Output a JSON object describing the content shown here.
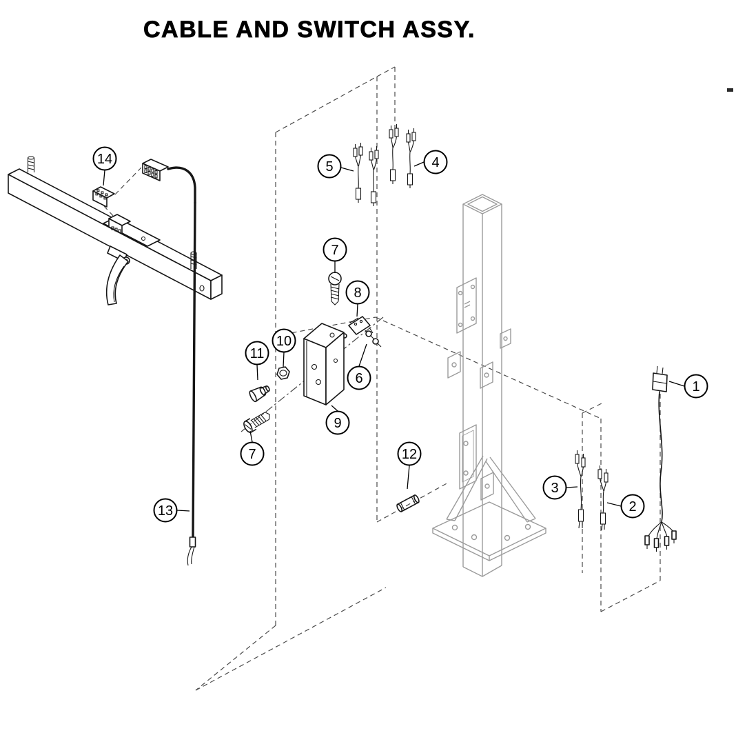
{
  "title": "CABLE AND SWITCH ASSY.",
  "callouts": [
    {
      "label": "1"
    },
    {
      "label": "2"
    },
    {
      "label": "3"
    },
    {
      "label": "4"
    },
    {
      "label": "5"
    },
    {
      "label": "6"
    },
    {
      "label": "7"
    },
    {
      "label": "7"
    },
    {
      "label": "8"
    },
    {
      "label": "9"
    },
    {
      "label": "10"
    },
    {
      "label": "11"
    },
    {
      "label": "12"
    },
    {
      "label": "13"
    },
    {
      "label": "14"
    }
  ],
  "colors": {
    "ink": "#161616",
    "gray": "#9b9b9b",
    "dash": "#4a4a4a",
    "background": "#ffffff"
  }
}
